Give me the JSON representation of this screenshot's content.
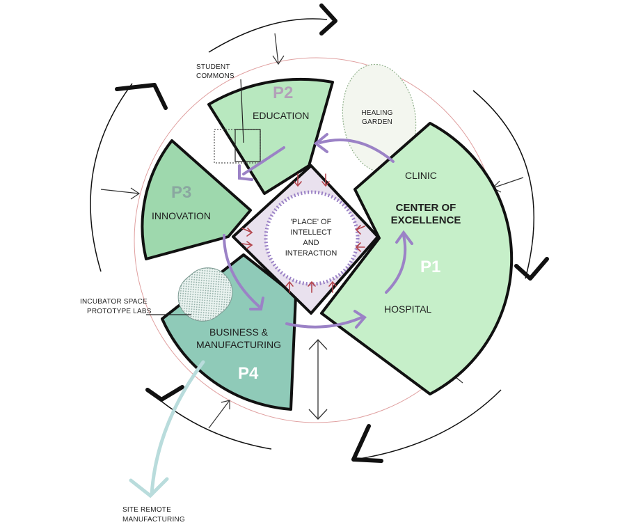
{
  "colors": {
    "p1_fill": "#c6efc9",
    "p2_fill": "#b8e8bf",
    "p3_fill": "#9ed8ad",
    "p4_fill": "#8fcab8",
    "center_fill": "#e9e1ee",
    "purple": "#9b82c6",
    "red": "#b3444c",
    "outline": "#111111",
    "teal": "#b9dcdc"
  },
  "center": {
    "line1": "'PLACE' OF",
    "line2": "INTELLECT",
    "line3": "AND",
    "line4": "INTERACTION"
  },
  "p1": {
    "code": "P1",
    "title_line1": "CENTER OF",
    "title_line2": "EXCELLENCE",
    "clinic": "CLINIC",
    "hospital": "HOSPITAL"
  },
  "p2": {
    "code": "P2",
    "title": "EDUCATION"
  },
  "p3": {
    "code": "P3",
    "title": "INNOVATION"
  },
  "p4": {
    "code": "P4",
    "title_line1": "BUSINESS &",
    "title_line2": "MANUFACTURING"
  },
  "annotations": {
    "student_commons_1": "STUDENT",
    "student_commons_2": "COMMONS",
    "healing_garden_1": "HEALING",
    "healing_garden_2": "GARDEN",
    "incubator_1": "INCUBATOR SPACE",
    "incubator_2": "PROTOTYPE LABS",
    "site_remote_1": "SITE REMOTE",
    "site_remote_2": "MANUFACTURING"
  }
}
